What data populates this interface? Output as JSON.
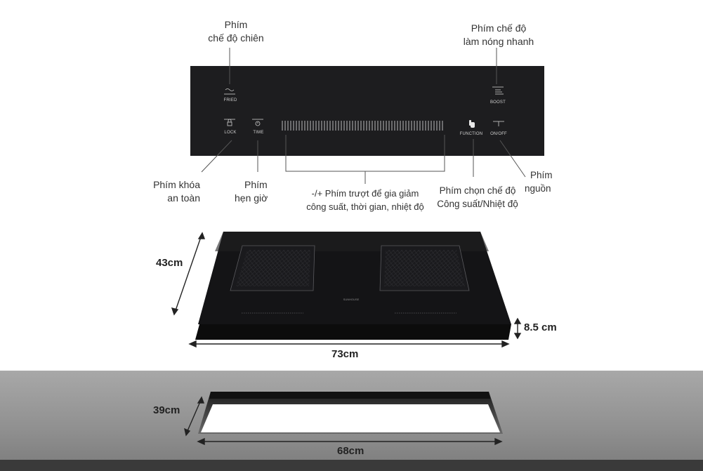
{
  "callouts": {
    "fried": [
      "Phím",
      "chế độ chiên"
    ],
    "boost": [
      "Phím chế độ",
      "làm nóng nhanh"
    ],
    "lock": [
      "Phím khóa",
      "an toàn"
    ],
    "time": [
      "Phím",
      "hẹn giờ"
    ],
    "slider": [
      "-/+ Phím trượt để gia giảm",
      "công suất, thời gian, nhiệt độ"
    ],
    "function": [
      "Phím chọn chế độ",
      "Công suất/Nhiệt độ"
    ],
    "power": [
      "Phím",
      "nguồn"
    ]
  },
  "panel_keys": {
    "fried": "FRIED",
    "lock": "LOCK",
    "time": "TIME",
    "function": "FUNCTION",
    "boost": "BOOST",
    "onoff": "ON/OFF"
  },
  "dimensions": {
    "depth": "43cm",
    "width": "73cm",
    "height": "8.5 cm",
    "cutout_depth": "39cm",
    "cutout_width": "68cm"
  },
  "brand": "SUNHOUSE",
  "colors": {
    "panel": "#1d1d1f",
    "glass": "#141416",
    "counter": "#9a9a9a"
  }
}
